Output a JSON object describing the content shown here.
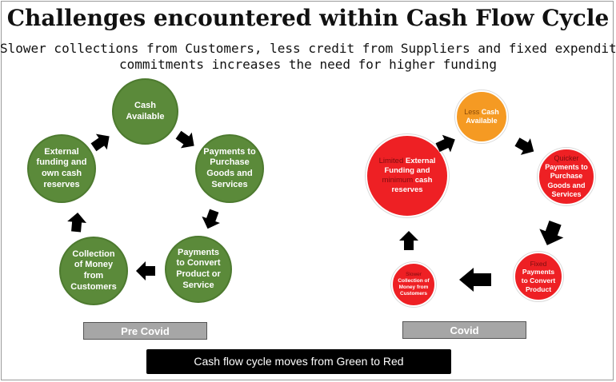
{
  "title": "Challenges encountered within Cash Flow Cycle",
  "subtitle": {
    "line1": "Slower collections from Customers, less credit from Suppliers and fixed expenditure",
    "line2": "commitments increases the need for higher funding"
  },
  "pre_covid": {
    "label": "Pre Covid",
    "nodes": {
      "cash": "Cash Available",
      "payments_purchase": "Payments to Purchase Goods and Services",
      "payments_convert": "Payments to Convert Product or Service",
      "collection": "Collection of Money from Customers",
      "external": "External funding and own cash reserves"
    }
  },
  "covid": {
    "label": "Covid",
    "nodes": {
      "cash": {
        "prefix": "Less",
        "text": "Cash Available"
      },
      "payments_purchase": {
        "prefix": "Quicker",
        "text": "Payments to Purchase Goods and Services"
      },
      "payments_convert": {
        "prefix": "Fixed",
        "text": "Payments to Convert Product"
      },
      "collection": {
        "prefix": "Slower",
        "text": "Collection of Money from Customers"
      },
      "external": {
        "prefix": "Limited",
        "text": "External Funding and",
        "mid": "minimum",
        "suffix": "cash reserves"
      }
    }
  },
  "banner": "Cash flow cycle moves from Green to Red",
  "colors": {
    "green": "#5b8a3a",
    "red": "#ee2024",
    "orange": "#f59a23",
    "arrow": "#000000"
  }
}
